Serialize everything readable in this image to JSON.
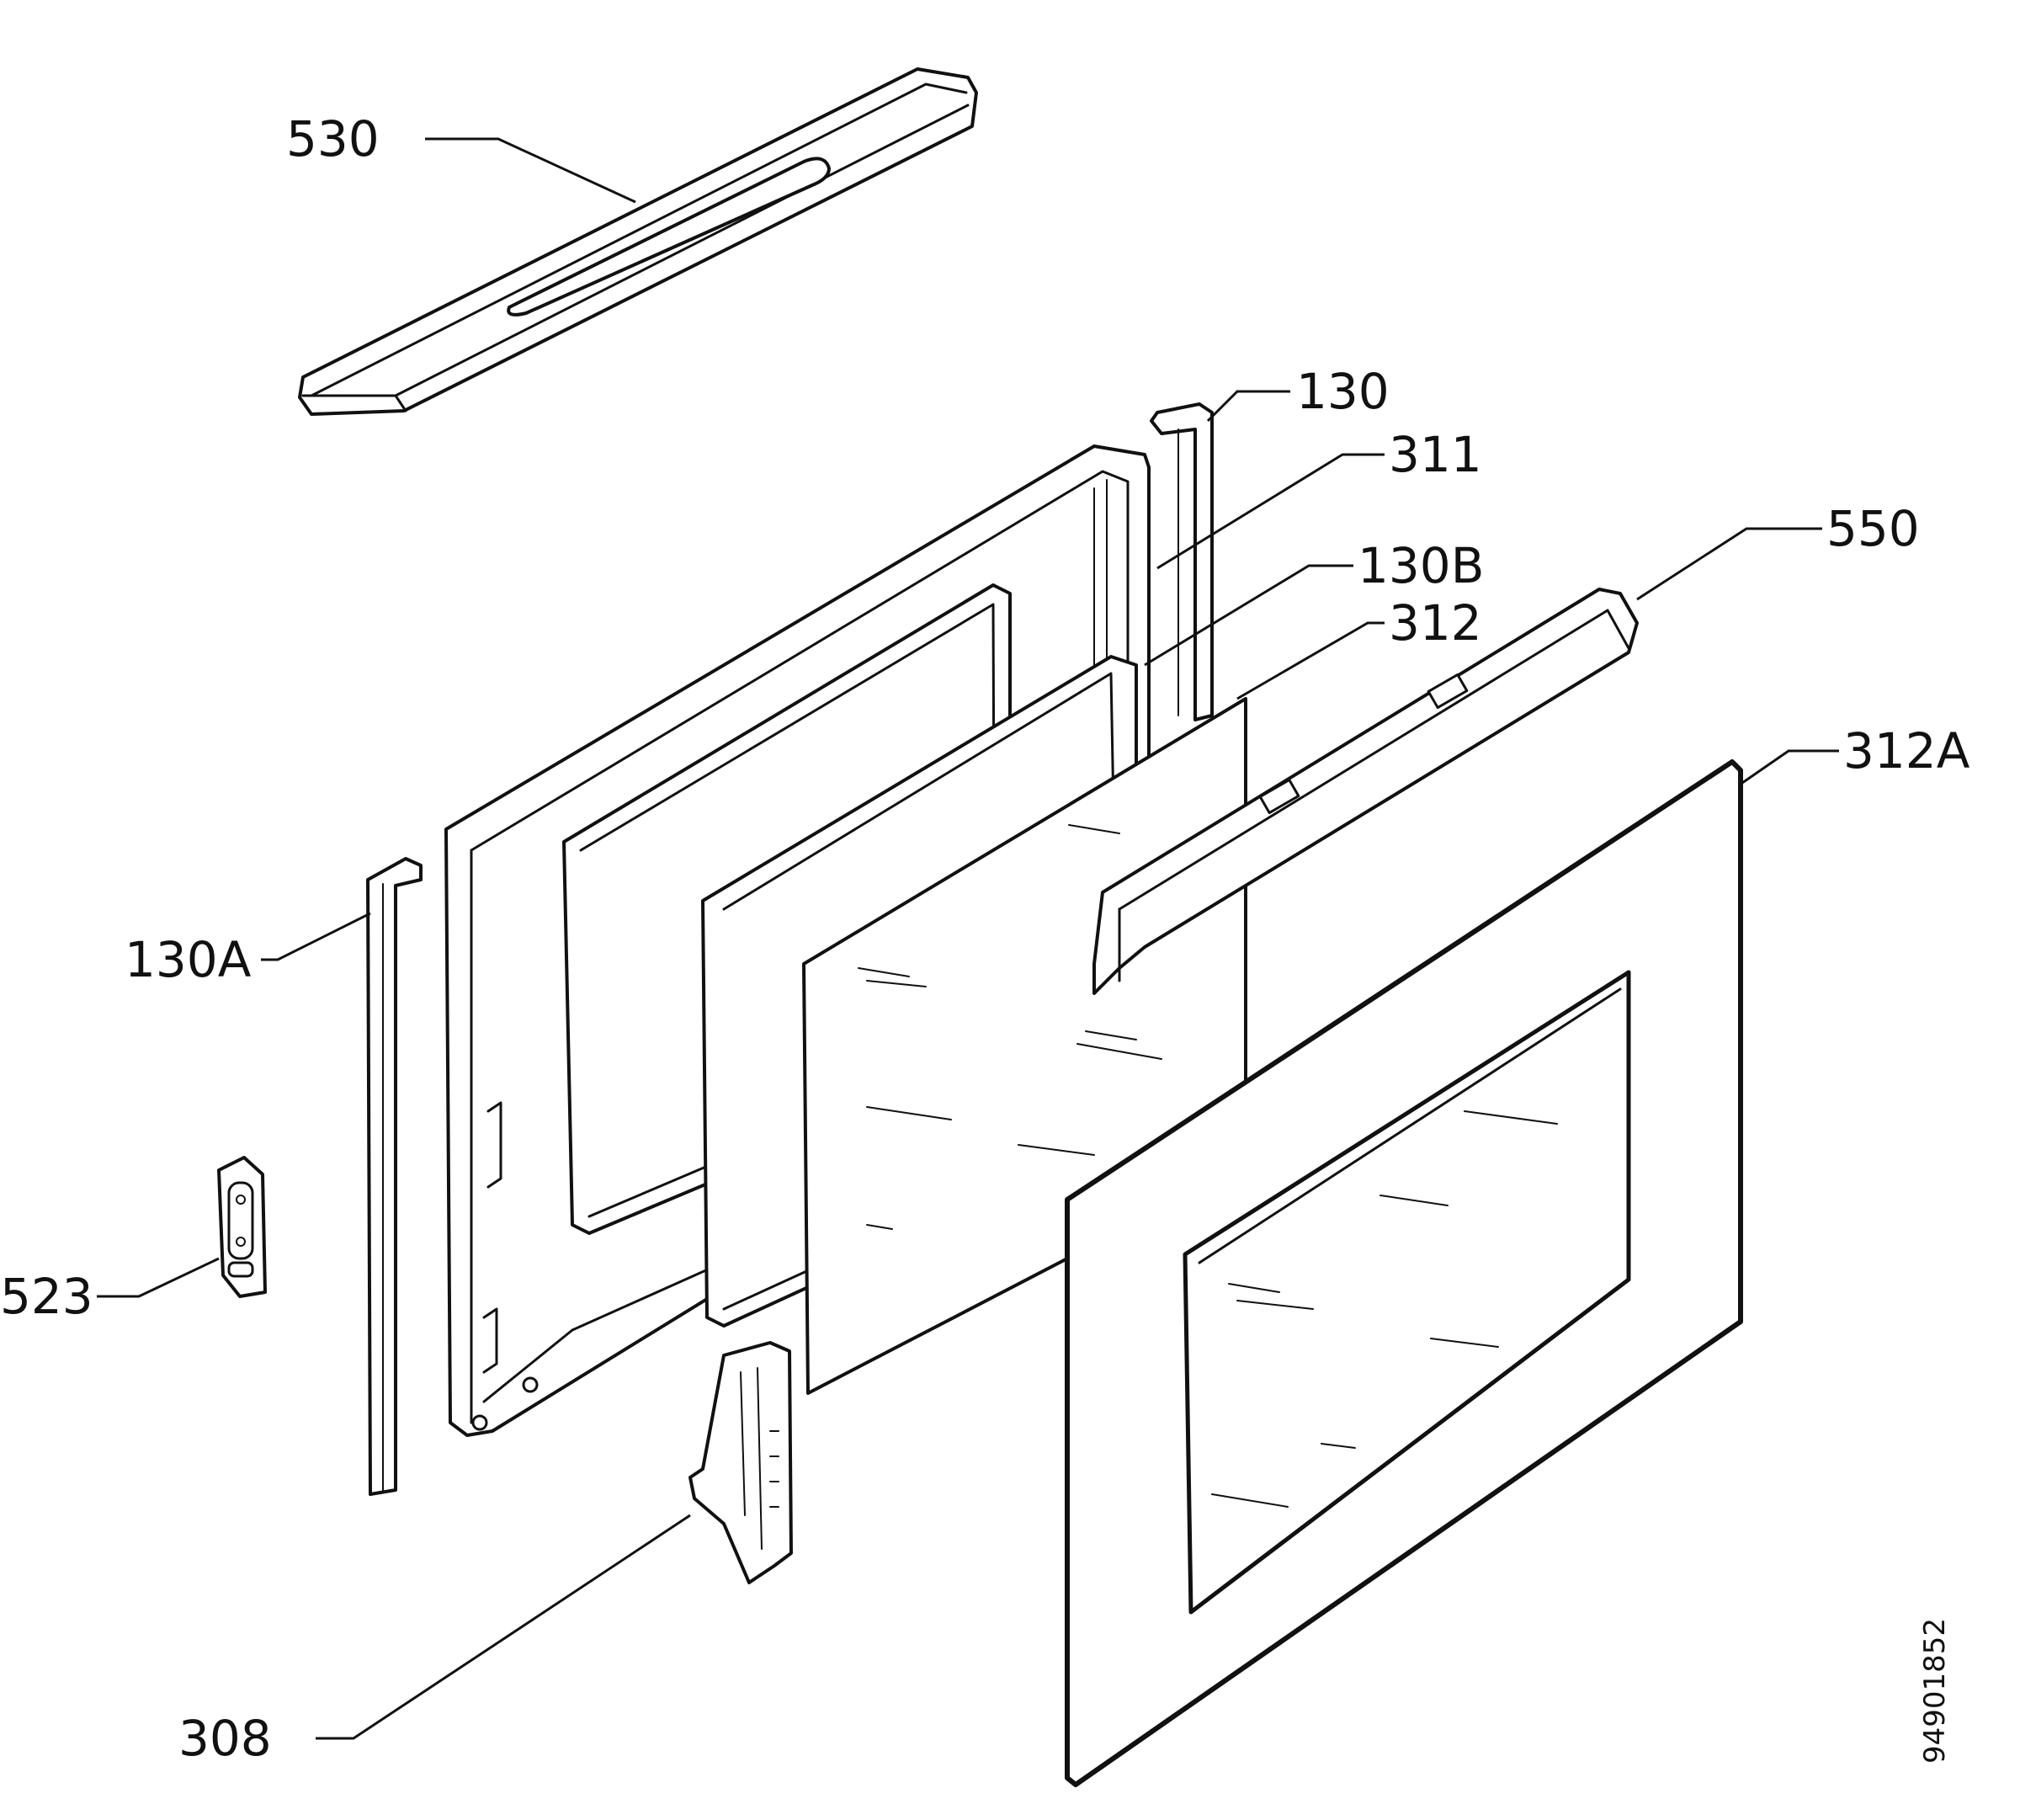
{
  "diagram": {
    "document_number": "94901852",
    "callouts": [
      {
        "id": "530",
        "label": "530"
      },
      {
        "id": "130",
        "label": "130"
      },
      {
        "id": "311",
        "label": "311"
      },
      {
        "id": "550",
        "label": "550"
      },
      {
        "id": "130B",
        "label": "130B"
      },
      {
        "id": "312",
        "label": "312"
      },
      {
        "id": "312A",
        "label": "312A"
      },
      {
        "id": "130A",
        "label": "130A"
      },
      {
        "id": "523",
        "label": "523"
      },
      {
        "id": "308",
        "label": "308"
      }
    ]
  }
}
